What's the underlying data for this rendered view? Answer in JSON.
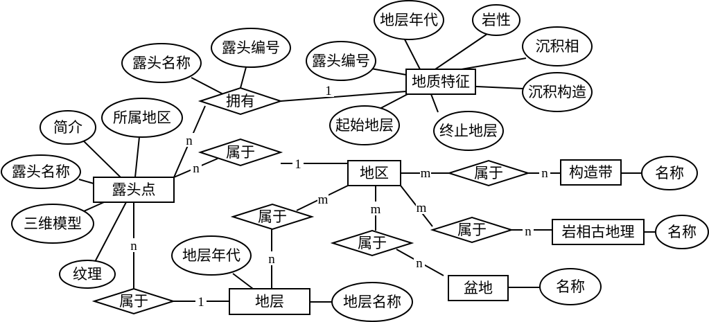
{
  "diagram": {
    "type": "er-diagram",
    "entities": [
      {
        "id": "outcrop",
        "label": "露头点"
      },
      {
        "id": "geo",
        "label": "地质特征"
      },
      {
        "id": "region",
        "label": "地区"
      },
      {
        "id": "tect",
        "label": "构造带"
      },
      {
        "id": "litho",
        "label": "岩相古地理"
      },
      {
        "id": "basin",
        "label": "盆地"
      },
      {
        "id": "stratum",
        "label": "地层"
      }
    ],
    "attributes": [
      {
        "id": "a_intro",
        "label": "简介",
        "of": "outcrop"
      },
      {
        "id": "a_region",
        "label": "所属地区",
        "of": "outcrop"
      },
      {
        "id": "a_oname",
        "label": "露头名称",
        "of": "outcrop"
      },
      {
        "id": "a_3d",
        "label": "三维模型",
        "of": "outcrop"
      },
      {
        "id": "a_tex",
        "label": "纹理",
        "of": "outcrop"
      },
      {
        "id": "r_name",
        "label": "露头名称",
        "of": "rel_have"
      },
      {
        "id": "r_id",
        "label": "露头编号",
        "of": "rel_have"
      },
      {
        "id": "g_age",
        "label": "地层年代",
        "of": "geo"
      },
      {
        "id": "g_lith",
        "label": "岩性",
        "of": "geo"
      },
      {
        "id": "g_facies",
        "label": "沉积相",
        "of": "geo"
      },
      {
        "id": "g_struct",
        "label": "沉积构造",
        "of": "geo"
      },
      {
        "id": "g_end",
        "label": "终止地层",
        "of": "geo"
      },
      {
        "id": "g_start",
        "label": "起始地层",
        "of": "geo"
      },
      {
        "id": "g_id",
        "label": "露头编号",
        "of": "geo"
      },
      {
        "id": "t_name",
        "label": "名称",
        "of": "tect"
      },
      {
        "id": "l_name",
        "label": "名称",
        "of": "litho"
      },
      {
        "id": "b_name",
        "label": "名称",
        "of": "basin"
      },
      {
        "id": "s_age",
        "label": "地层年代",
        "of": "stratum"
      },
      {
        "id": "s_name",
        "label": "地层名称",
        "of": "stratum"
      }
    ],
    "relationships": [
      {
        "id": "rel_have",
        "label": "拥有",
        "a": "outcrop",
        "a_card": "n",
        "b": "geo",
        "b_card": "1"
      },
      {
        "id": "rel_in_region",
        "label": "属于",
        "a": "outcrop",
        "a_card": "n",
        "b": "region",
        "b_card": "1"
      },
      {
        "id": "rel_tect",
        "label": "属于",
        "a": "region",
        "a_card": "m",
        "b": "tect",
        "b_card": "n"
      },
      {
        "id": "rel_litho",
        "label": "属于",
        "a": "region",
        "a_card": "m",
        "b": "litho",
        "b_card": "n"
      },
      {
        "id": "rel_basin",
        "label": "属于",
        "a": "region",
        "a_card": "m",
        "b": "basin",
        "b_card": "n"
      },
      {
        "id": "rel_strat_region",
        "label": "属于",
        "a": "region",
        "a_card": "m",
        "b": "stratum",
        "b_card": "n"
      },
      {
        "id": "rel_outcrop_strat",
        "label": "属于",
        "a": "outcrop",
        "a_card": "n",
        "b": "stratum",
        "b_card": "1"
      }
    ]
  }
}
